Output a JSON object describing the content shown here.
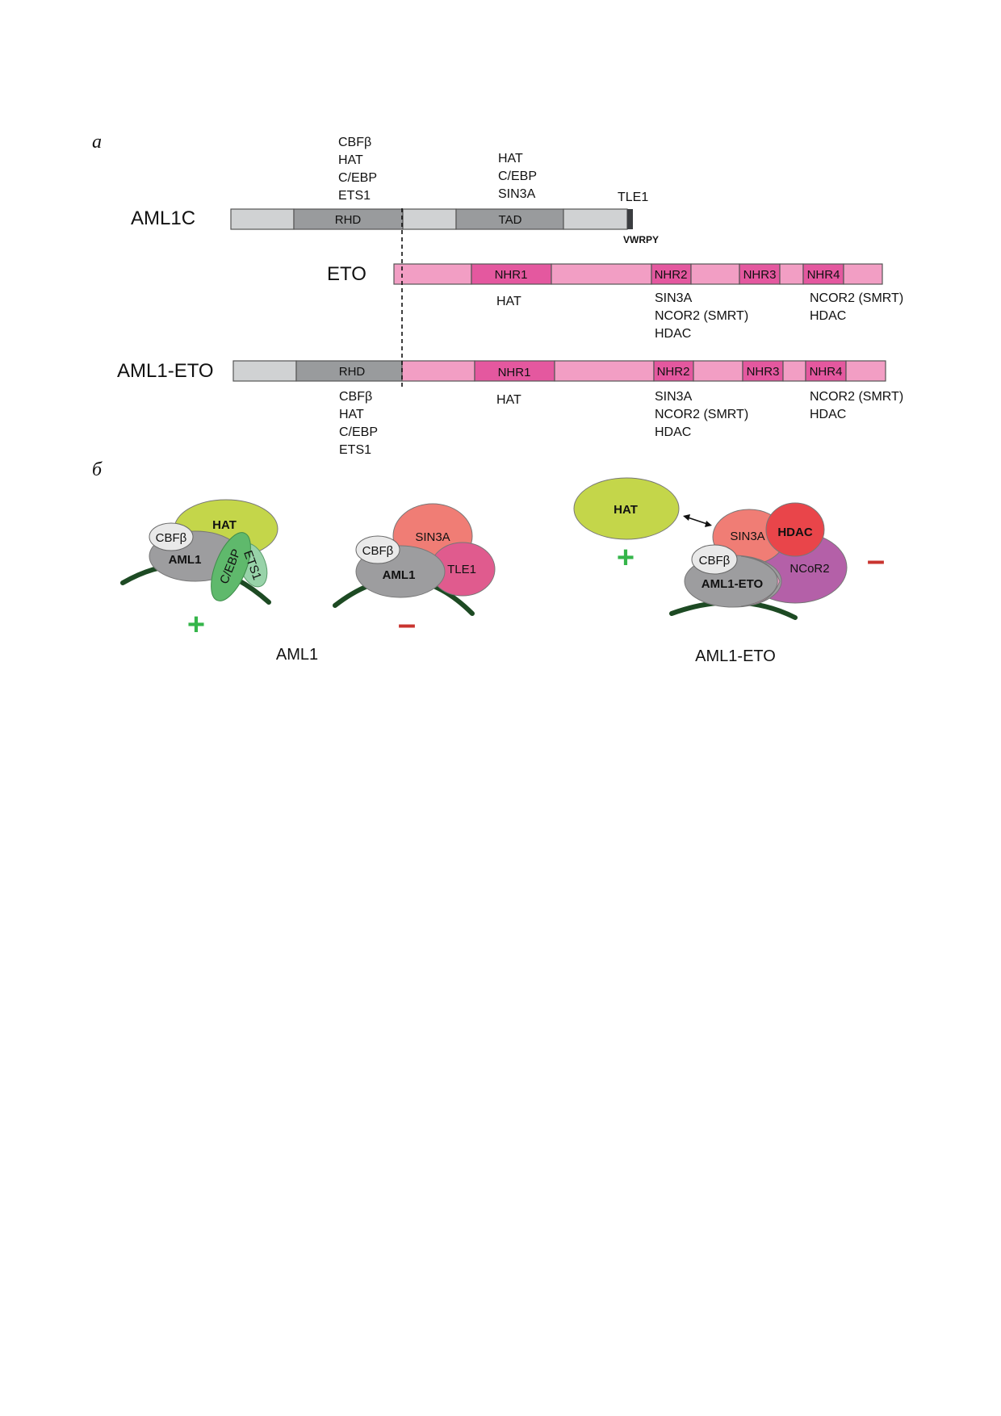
{
  "panels": {
    "a": "а",
    "b": "б"
  },
  "colors": {
    "light_gray": "#d0d2d3",
    "dark_gray": "#999b9d",
    "pink_light": "#f29ec4",
    "pink_dark": "#e4589f",
    "hat_green": "#c4d64a",
    "cebp_green": "#5fb96c",
    "ets1_green": "#98d3a9",
    "sin3a_salmon": "#f07d75",
    "tle1_pink": "#e05b8e",
    "hdac_red": "#e9454a",
    "ncor2_purple": "#b460a8",
    "dna_green": "#1d4a23",
    "plus_green": "#35b54a",
    "minus_red": "#c9342f"
  },
  "aml1c": {
    "name": "AML1C",
    "domains": {
      "rhd": "RHD",
      "tad": "TAD"
    },
    "rhd_partners": [
      "CBFβ",
      "HAT",
      "C/EBP",
      "ETS1"
    ],
    "tad_partners": [
      "HAT",
      "C/EBP",
      "SIN3A"
    ],
    "tle1_label": "TLE1",
    "motif": "VWRPY"
  },
  "eto": {
    "name": "ETO",
    "domains": {
      "nhr1": "NHR1",
      "nhr2": "NHR2",
      "nhr3": "NHR3",
      "nhr4": "NHR4"
    },
    "nhr1_partners": [
      "HAT"
    ],
    "nhr2_partners": [
      "SIN3A",
      "NCOR2 (SMRT)",
      "HDAC"
    ],
    "nhr4_partners": [
      "NCOR2 (SMRT)",
      "HDAC"
    ]
  },
  "aml1eto": {
    "name": "AML1-ETO",
    "domains": {
      "rhd": "RHD",
      "nhr1": "NHR1",
      "nhr2": "NHR2",
      "nhr3": "NHR3",
      "nhr4": "NHR4"
    },
    "rhd_partners": [
      "CBFβ",
      "HAT",
      "C/EBP",
      "ETS1"
    ],
    "nhr1_partners": [
      "HAT"
    ],
    "nhr2_partners": [
      "SIN3A",
      "NCOR2 (SMRT)",
      "HDAC"
    ],
    "nhr4_partners": [
      "NCOR2 (SMRT)",
      "HDAC"
    ]
  },
  "complex1": {
    "hat": "HAT",
    "cbfb": "CBFβ",
    "aml1": "AML1",
    "cebp": "C/EBP",
    "ets1": "ETS1",
    "sign": "+"
  },
  "complex2": {
    "sin3a": "SIN3A",
    "cbfb": "CBFβ",
    "aml1": "AML1",
    "tle1": "TLE1",
    "sign": "–"
  },
  "complex3": {
    "hat": "HAT",
    "sin3a": "SIN3A",
    "hdac": "HDAC",
    "cbfb": "CBFβ",
    "aml1eto": "AML1-ETO",
    "ncor2": "NCoR2",
    "plus_sign": "+",
    "minus_sign": "–"
  },
  "captions": {
    "left": "AML1",
    "right": "AML1-ETO"
  }
}
